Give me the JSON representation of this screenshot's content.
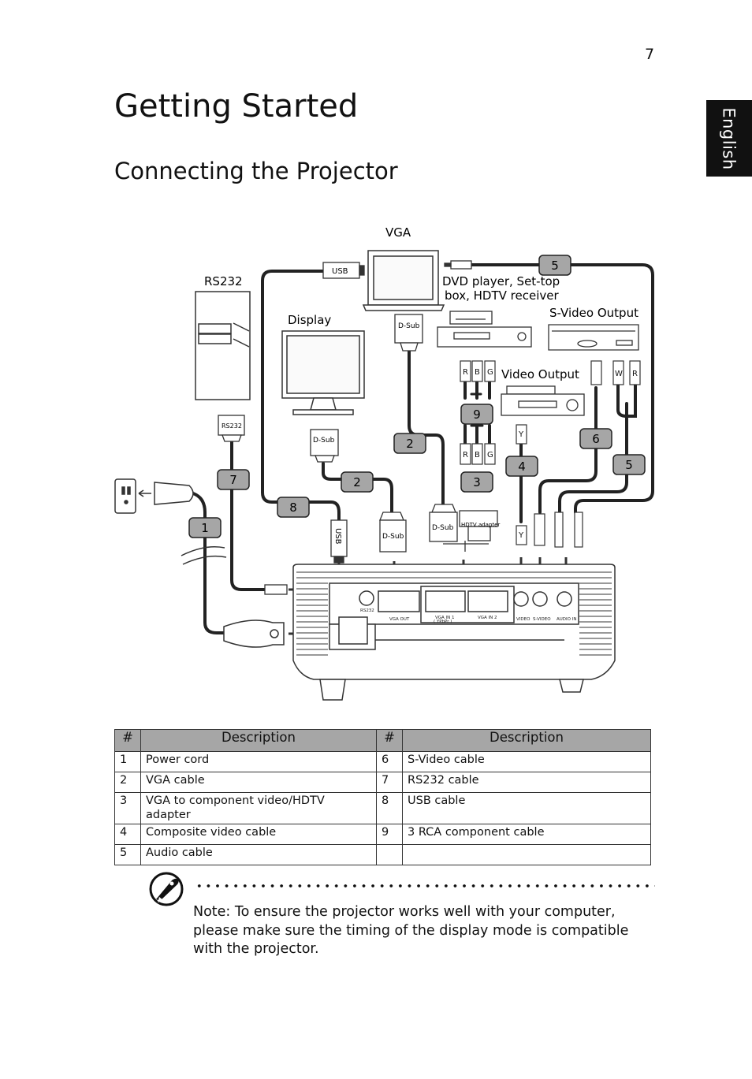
{
  "page": {
    "number": "7",
    "side_tab": "English"
  },
  "headings": {
    "title": "Getting Started",
    "subtitle": "Connecting the Projector"
  },
  "diagram": {
    "labels": {
      "vga": "VGA",
      "rs232": "RS232",
      "dvd_line1": "DVD player, Set-top",
      "dvd_line2": "box, HDTV receiver",
      "display": "Display",
      "svideo_output": "S-Video Output",
      "video_output": "Video Output"
    },
    "connectors": {
      "usb": "USB",
      "dsub": "D-Sub",
      "rs232": "RS232",
      "hdtv_adapter": "HDTV adapter",
      "r": "R",
      "b": "B",
      "g": "G",
      "y": "Y",
      "w": "W"
    },
    "panel_labels": {
      "rs232": "RS232",
      "vga_out": "VGA OUT",
      "vga_in1": "VGA IN 1",
      "vga_in1_sub": "( YPbPr )",
      "vga_in2": "VGA IN 2",
      "video": "VIDEO",
      "svideo": "S-VIDEO",
      "audio_in": "AUDIO IN"
    },
    "callouts": [
      "1",
      "2",
      "2",
      "3",
      "4",
      "5",
      "5",
      "6",
      "7",
      "8",
      "9"
    ]
  },
  "table": {
    "headers": [
      "#",
      "Description",
      "#",
      "Description"
    ],
    "rows": [
      [
        "1",
        "Power cord",
        "6",
        "S-Video cable"
      ],
      [
        "2",
        "VGA cable",
        "7",
        "RS232 cable"
      ],
      [
        "3",
        "VGA to component video/HDTV adapter",
        "8",
        "USB cable"
      ],
      [
        "4",
        "Composite video cable",
        "9",
        "3 RCA component cable"
      ],
      [
        "5",
        "Audio cable",
        "",
        ""
      ]
    ]
  },
  "note": {
    "label": "Note:",
    "text": "To ensure the projector works well with your computer, please make sure the timing of the display mode is compatible with the projector."
  }
}
